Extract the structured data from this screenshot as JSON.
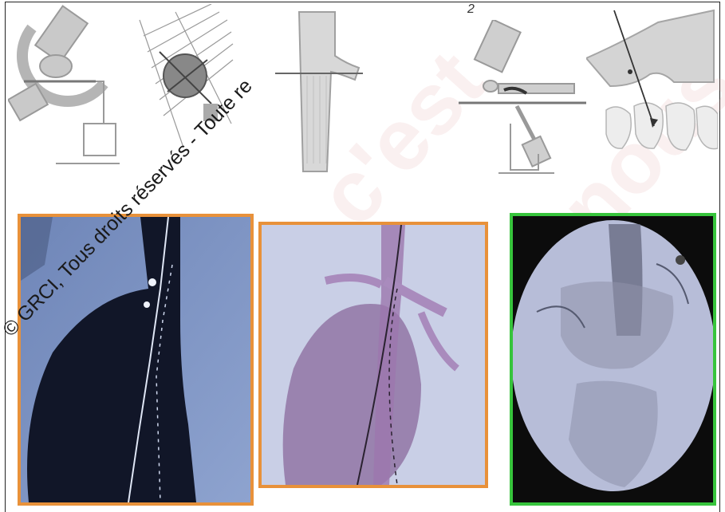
{
  "figure": {
    "panel_label": "2",
    "copyright_notice": "© GRCI, Tous droits réservés - Toute re",
    "background_watermark": "c'est nous"
  },
  "colors": {
    "orange_frame": "#e8913a",
    "green_frame": "#37c43c",
    "line_art": "#9a9a9a"
  },
  "icons": [
    "c-arm-diagram-icon",
    "angled-beam-diagram-icon",
    "vessel-projection-diagram-icon",
    "patient-table-diagram-icon",
    "aortic-arch-diagram-icon"
  ]
}
